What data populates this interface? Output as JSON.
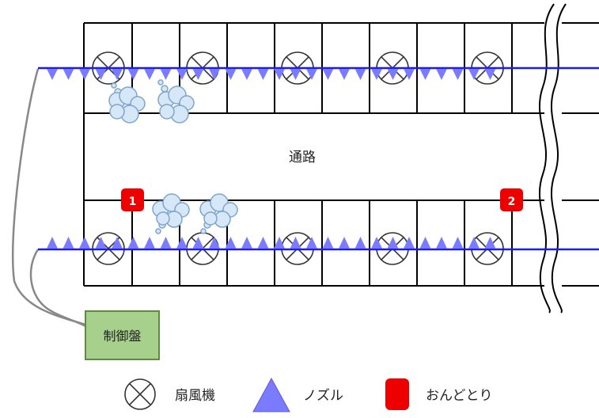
{
  "aisle_label": "通路",
  "control_panel_label": "制御盤",
  "sensors": [
    {
      "label": "1"
    },
    {
      "label": "2"
    }
  ],
  "legend": {
    "fan": "扇風機",
    "nozzle": "ノズル",
    "sensor": "おんどとり"
  },
  "colors": {
    "pipe": "#1a1aff",
    "nozzle": "#7b7bff",
    "sensor": "#ee0000",
    "panel_fill": "#a8d08d",
    "panel_stroke": "#5f8a3f",
    "mist": "#d6e7f7",
    "mist_stroke": "#7fa5cc",
    "wire": "#888888"
  }
}
